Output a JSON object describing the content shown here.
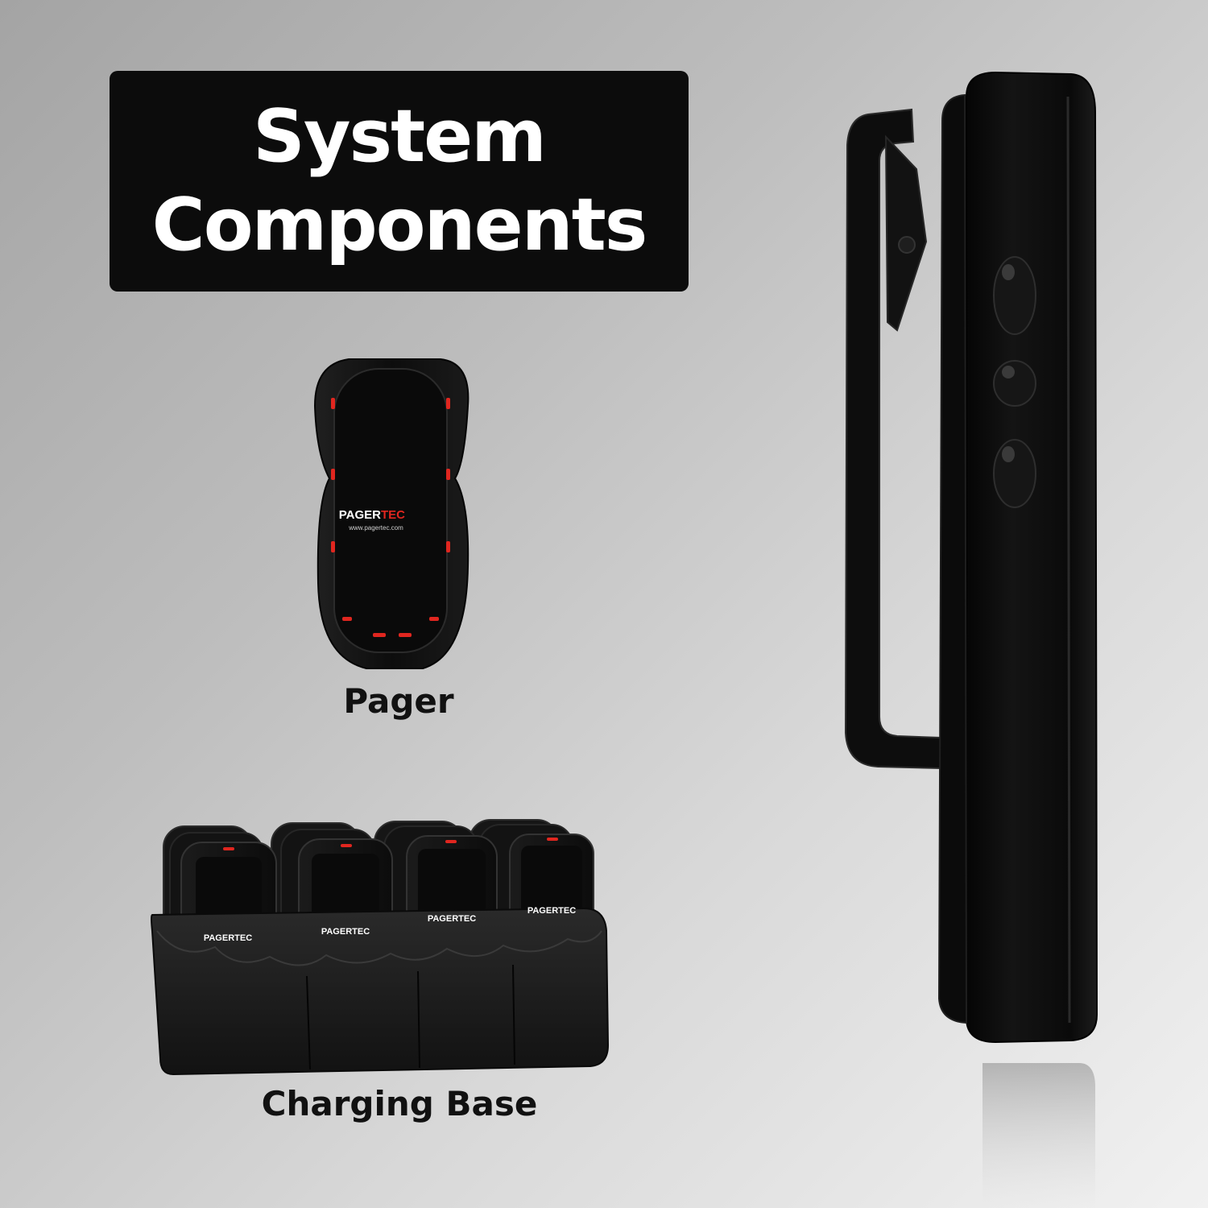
{
  "heading": {
    "line1": "System",
    "line2": "Components"
  },
  "pager": {
    "brand_main": "PAGER",
    "brand_accent": "TEC",
    "url": "www.pagertec.com",
    "label": "Pager"
  },
  "charging_base": {
    "brand": "PAGERTEC",
    "label": "Charging Base"
  },
  "colors": {
    "title_bg": "#0c0c0c",
    "title_text": "#ffffff",
    "device_body": "#111111",
    "led_red": "#e0261f",
    "caption_text": "#111111"
  }
}
